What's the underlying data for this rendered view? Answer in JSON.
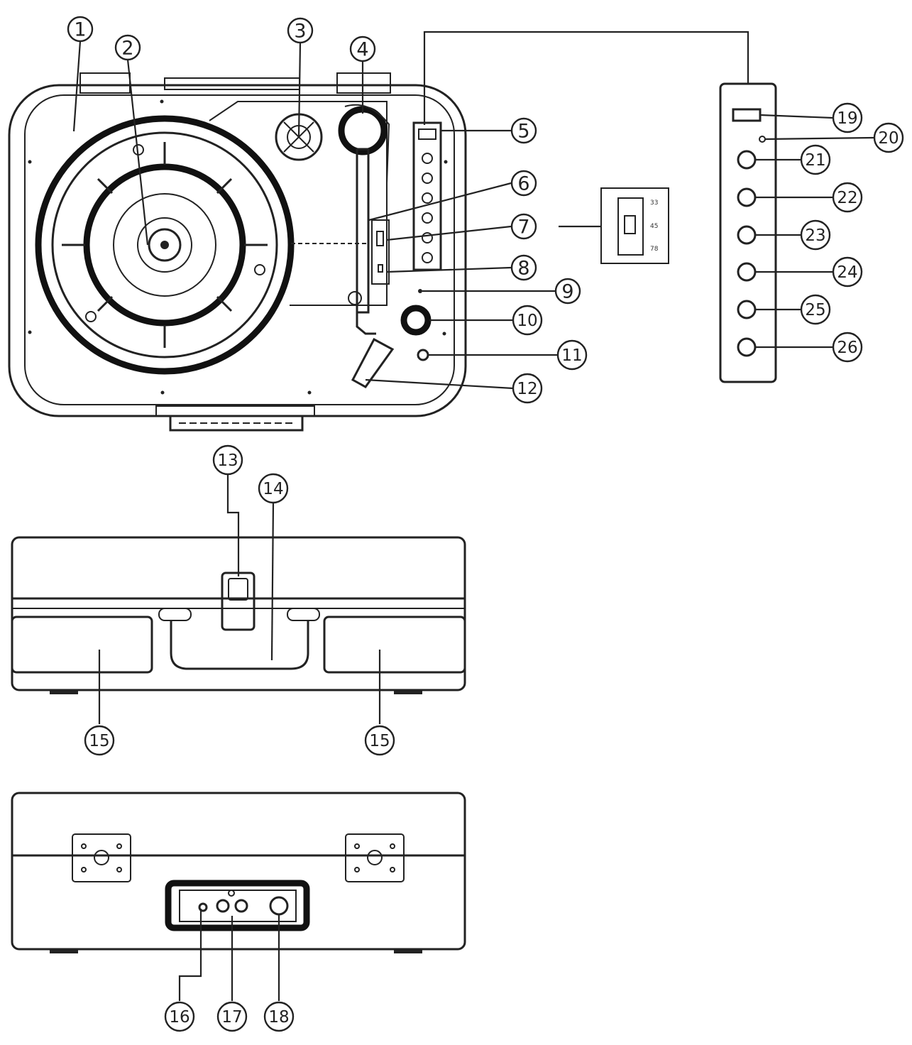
{
  "callouts": [
    "1",
    "2",
    "3",
    "4",
    "5",
    "6",
    "7",
    "8",
    "9",
    "10",
    "11",
    "12",
    "13",
    "14",
    "15",
    "15",
    "16",
    "17",
    "18",
    "19",
    "20",
    "21",
    "22",
    "23",
    "24",
    "25",
    "26"
  ],
  "speed_switch": {
    "labels": [
      "33",
      "45",
      "78"
    ]
  }
}
